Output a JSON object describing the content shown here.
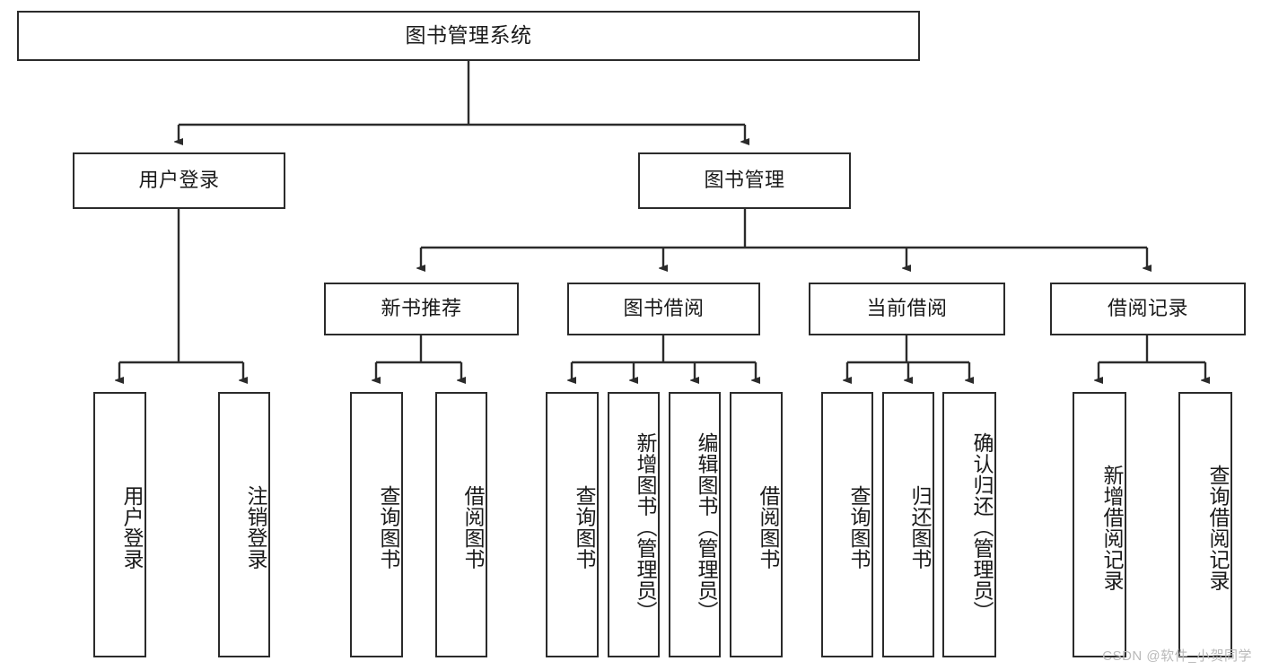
{
  "diagram": {
    "type": "hierarchy-tree",
    "title": "图书管理系统",
    "watermark": "CSDN @软件_小贺同学",
    "colors": {
      "box_border": "#2b2b2b",
      "box_fill": "#ffffff",
      "edge": "#2b2b2b",
      "text": "#1a1a1a",
      "watermark": "#b9b9b9"
    },
    "nodes": {
      "root": {
        "label": "图书管理系统"
      },
      "level2": [
        {
          "label": "用户登录"
        },
        {
          "label": "图书管理"
        }
      ],
      "level3": [
        {
          "label": "新书推荐"
        },
        {
          "label": "图书借阅"
        },
        {
          "label": "当前借阅"
        },
        {
          "label": "借阅记录"
        }
      ],
      "leaves": {
        "user_login": [
          {
            "label": "用户登录"
          },
          {
            "label": "注销登录"
          }
        ],
        "new_book_recommend": [
          {
            "label": "查询图书"
          },
          {
            "label": "借阅图书"
          }
        ],
        "book_borrow": [
          {
            "label": "查询图书"
          },
          {
            "label": "新增图书（管理员）"
          },
          {
            "label": "编辑图书（管理员）"
          },
          {
            "label": "借阅图书"
          }
        ],
        "current_borrow": [
          {
            "label": "查询图书"
          },
          {
            "label": "归还图书"
          },
          {
            "label": "确认归还（管理员）"
          }
        ],
        "borrow_record": [
          {
            "label": "新增借阅记录"
          },
          {
            "label": "查询借阅记录"
          }
        ]
      }
    }
  }
}
